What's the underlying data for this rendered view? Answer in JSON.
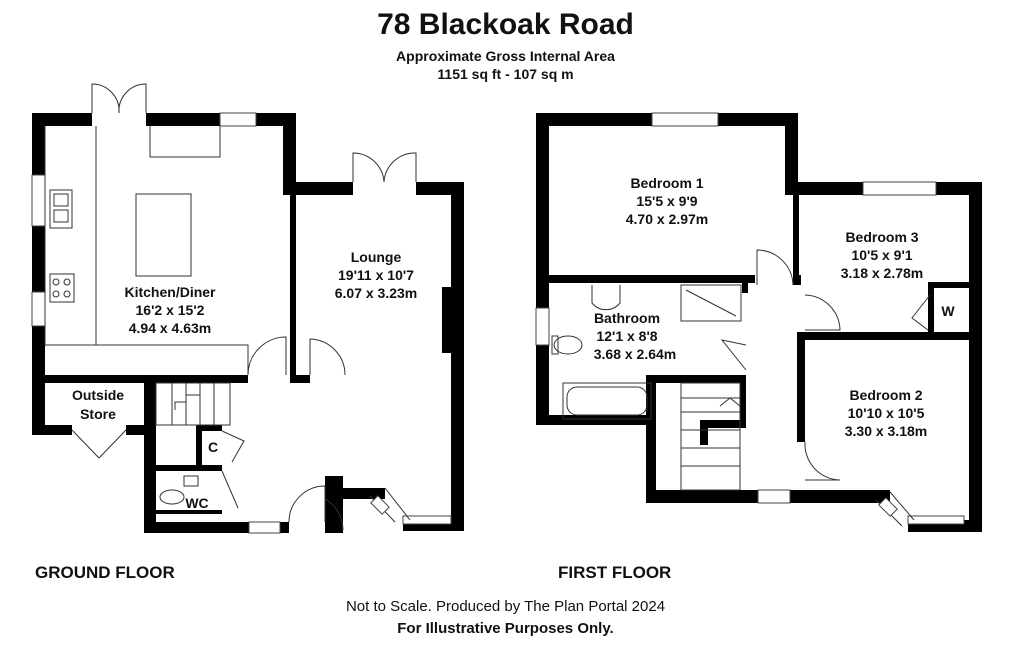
{
  "header": {
    "title": "78 Blackoak Road",
    "area_label": "Approximate Gross Internal Area",
    "area_value": "1151 sq ft - 107 sq m"
  },
  "ground_floor": {
    "label": "GROUND FLOOR",
    "rooms": {
      "kitchen": {
        "name": "Kitchen/Diner",
        "imperial": "16'2 x 15'2",
        "metric": "4.94 x 4.63m"
      },
      "lounge": {
        "name": "Lounge",
        "imperial": "19'11 x 10'7",
        "metric": "6.07 x 3.23m"
      },
      "store_line1": "Outside",
      "store_line2": "Store",
      "cupboard": "C",
      "wc": "WC"
    }
  },
  "first_floor": {
    "label": "FIRST FLOOR",
    "rooms": {
      "bedroom1": {
        "name": "Bedroom 1",
        "imperial": "15'5 x 9'9",
        "metric": "4.70 x 2.97m"
      },
      "bedroom2": {
        "name": "Bedroom 2",
        "imperial": "10'10 x 10'5",
        "metric": "3.30 x 3.18m"
      },
      "bedroom3": {
        "name": "Bedroom 3",
        "imperial": "10'5 x 9'1",
        "metric": "3.18 x 2.78m"
      },
      "bathroom": {
        "name": "Bathroom",
        "imperial": "12'1 x 8'8",
        "metric": "3.68 x 2.64m"
      },
      "wardrobe": "W"
    }
  },
  "footer": {
    "line1": "Not to Scale. Produced by The Plan Portal 2024",
    "line2": "For Illustrative Purposes Only."
  }
}
